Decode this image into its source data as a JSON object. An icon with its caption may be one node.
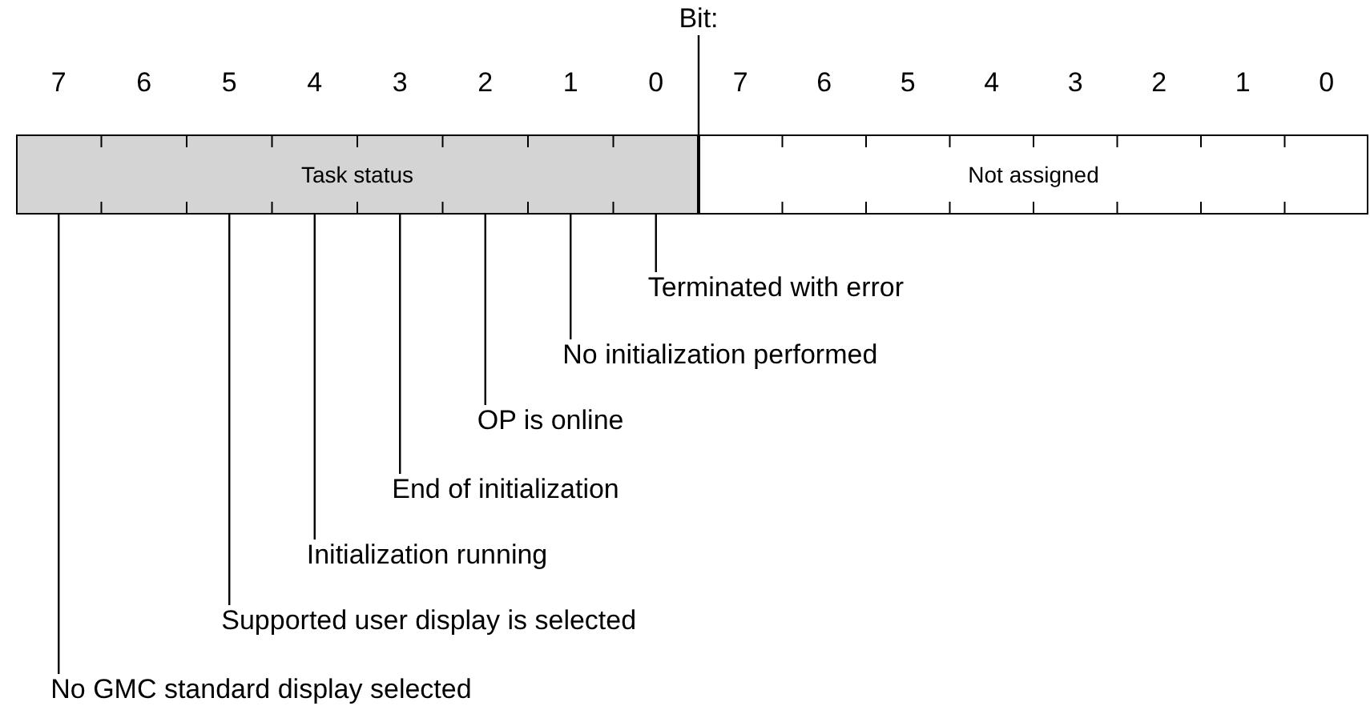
{
  "diagram": {
    "nodes": [
      {
        "text": [
          "Task status"
        ]
      },
      {
        "text": [
          "Not assigned"
        ]
      },
      {
        "text": [
          "Terminated with error"
        ]
      },
      {
        "text": [
          "No initialization performed"
        ]
      },
      {
        "text": [
          "OP is online"
        ]
      },
      {
        "text": [
          "End of initialization"
        ]
      },
      {
        "text": [
          "Initialization running"
        ]
      },
      {
        "text": [
          "Supported user display is selected"
        ]
      },
      {
        "text": [
          "No GMC standard display selected"
        ]
      }
    ],
    "edges": [
      {
        "from": 2,
        "to": 0,
        "arrow": "none"
      },
      {
        "from": 3,
        "to": 0,
        "arrow": "none"
      },
      {
        "from": 4,
        "to": 0,
        "arrow": "none"
      },
      {
        "from": 5,
        "to": 0,
        "arrow": "none"
      },
      {
        "from": 6,
        "to": 0,
        "arrow": "none"
      },
      {
        "from": 7,
        "to": 0,
        "arrow": "none"
      },
      {
        "from": 8,
        "to": 0,
        "arrow": "none"
      }
    ],
    "labels": [
      "Bit:",
      "7",
      "6",
      "5",
      "4",
      "3",
      "2",
      "1",
      "0",
      "7",
      "6",
      "5",
      "4",
      "3",
      "2",
      "1",
      "0"
    ]
  }
}
